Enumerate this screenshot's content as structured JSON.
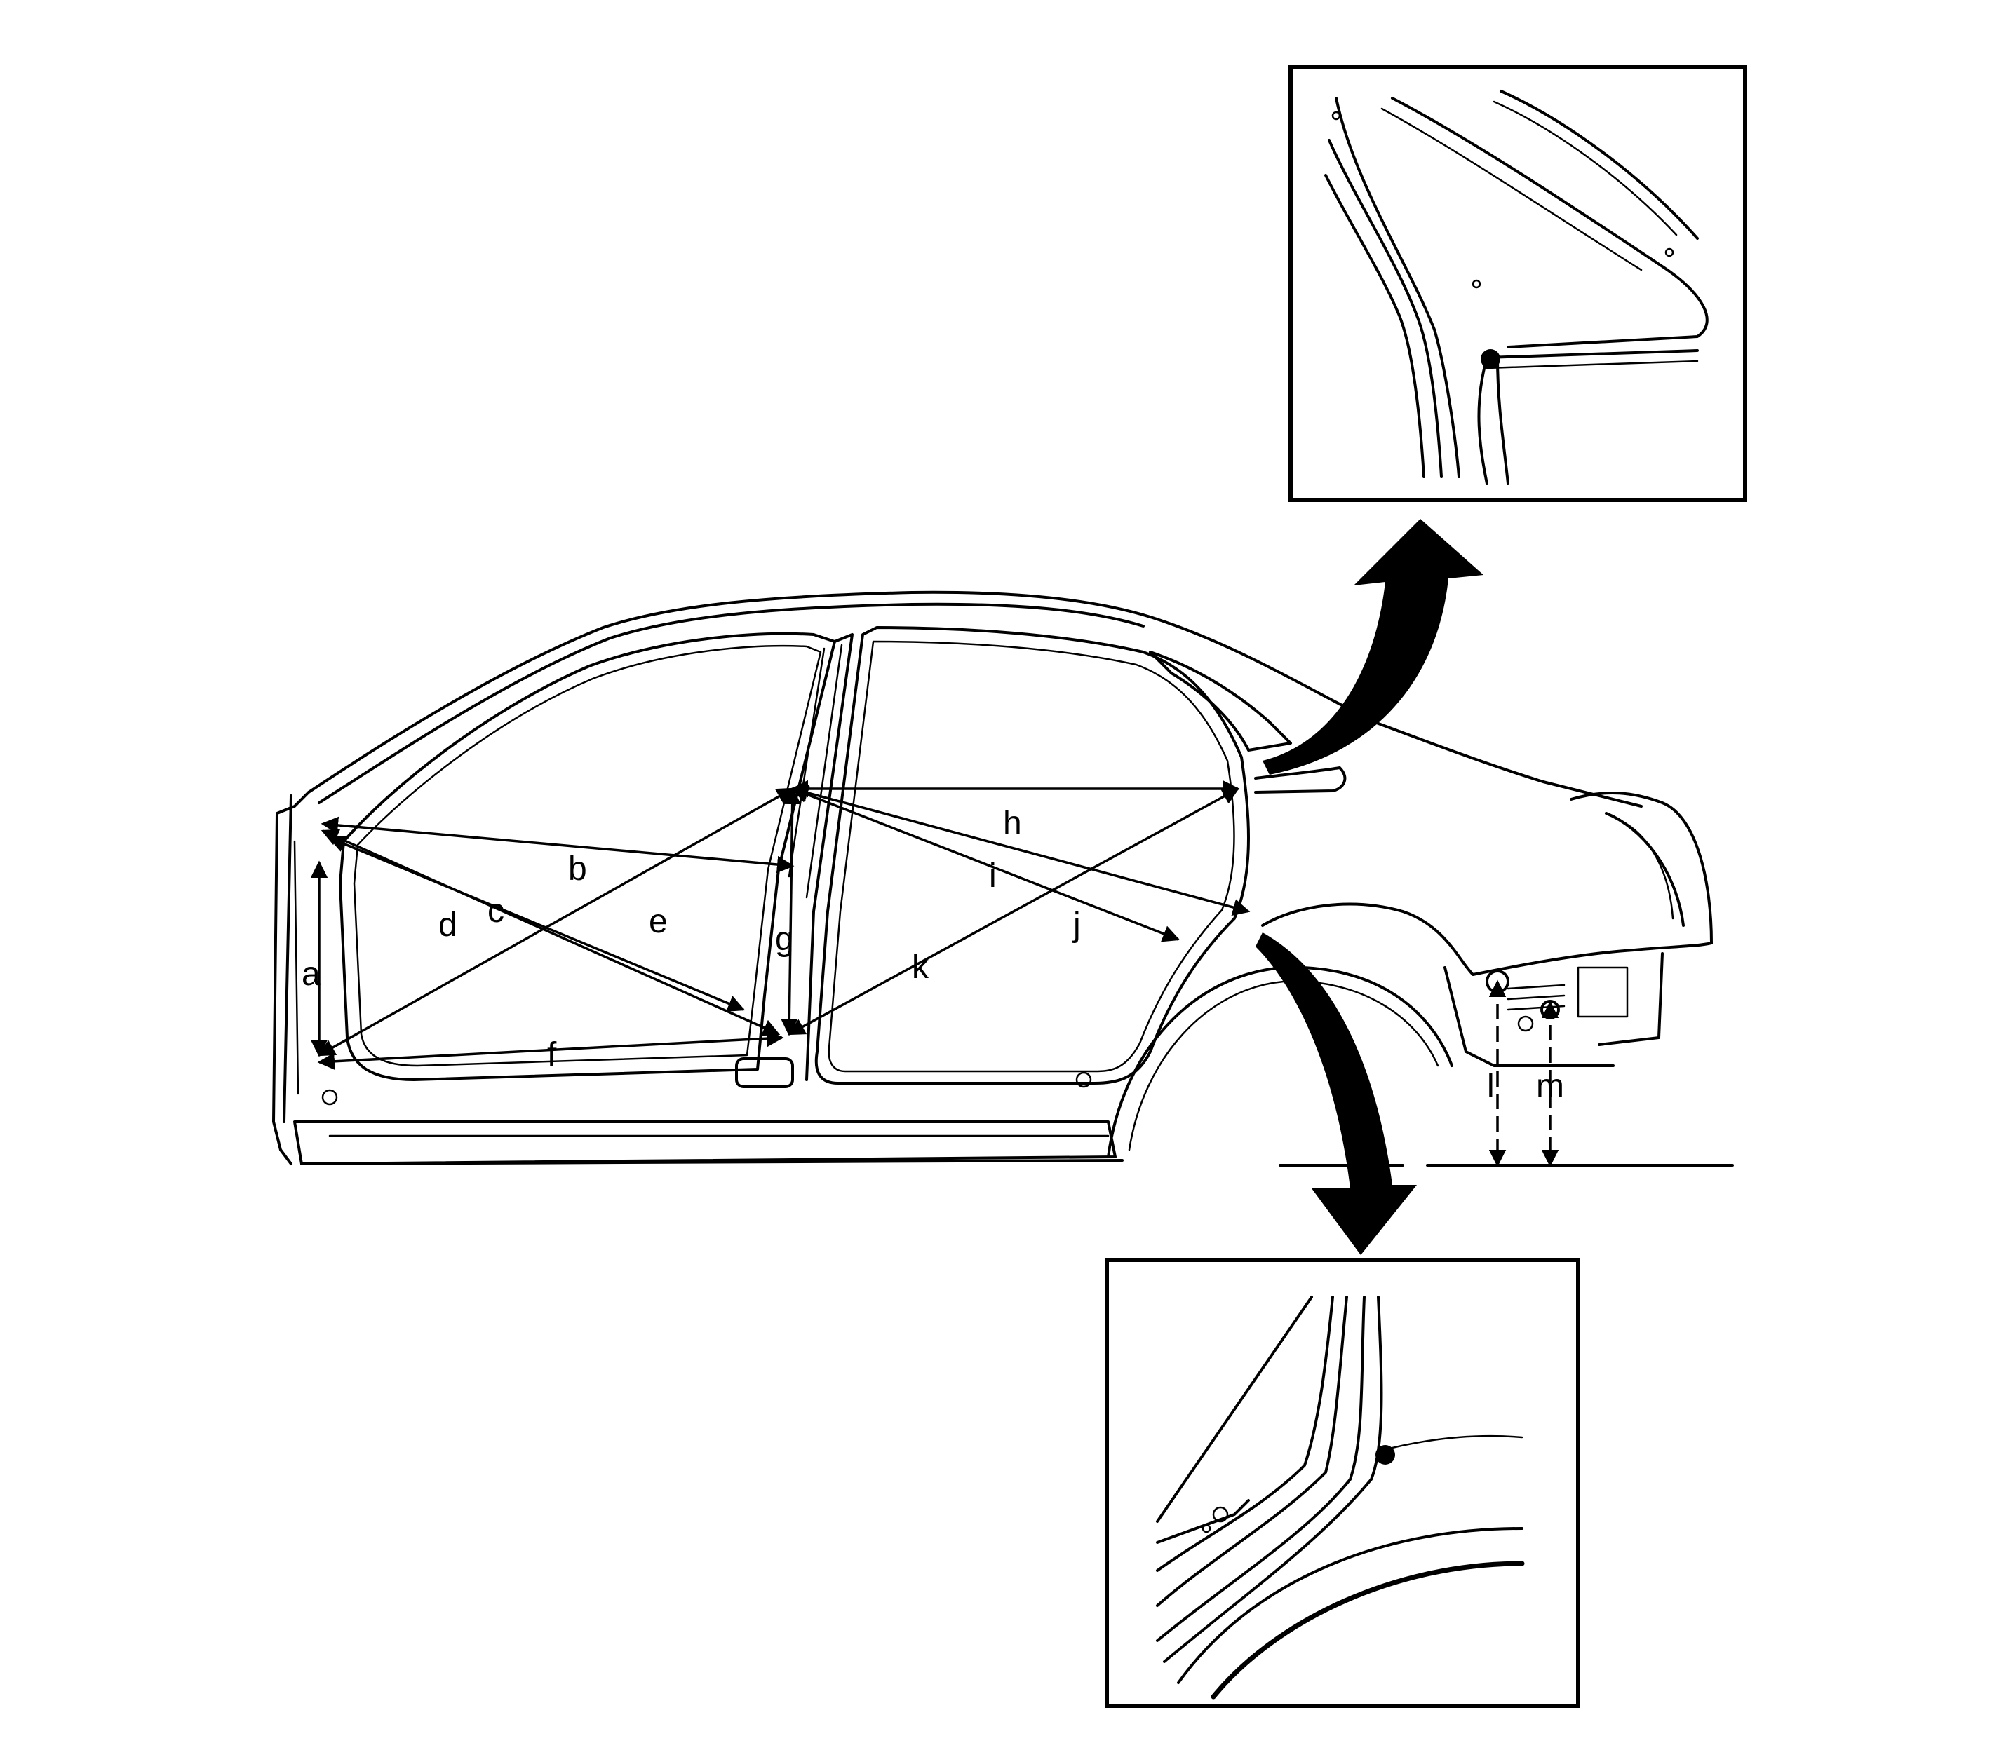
{
  "labels": {
    "a": "a",
    "b": "b",
    "c": "c",
    "d": "d",
    "e": "e",
    "f": "f",
    "g": "g",
    "h": "h",
    "i": "i",
    "j": "j",
    "k": "k",
    "l": "l",
    "m": "m"
  }
}
